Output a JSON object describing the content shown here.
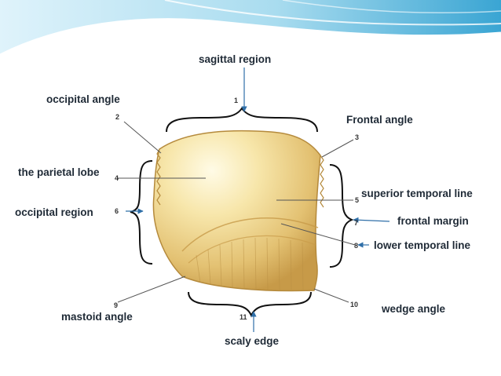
{
  "colors": {
    "header_light": "#dff3fb",
    "header_mid": "#8fd0ea",
    "header_dark": "#3aa5d3",
    "bone_light": "#fffbe6",
    "bone_mid": "#f0d98e",
    "bone_dark": "#c79a48",
    "arrow": "#2f6fa8",
    "leader": "#555555",
    "label_text": "#1f2a36"
  },
  "labels": {
    "sagittal_region": "sagittal region",
    "occipital_angle": "occipital angle",
    "frontal_angle": "Frontal angle",
    "parietal_lobe": "the parietal lobe",
    "superior_temporal_line": "superior temporal line",
    "occipital_region": "occipital region",
    "frontal_margin": "frontal margin",
    "lower_temporal_line": "lower temporal line",
    "wedge_angle": "wedge angle",
    "mastoid_angle": "mastoid angle",
    "scaly_edge": "scaly edge"
  },
  "numbers": {
    "n1": "1",
    "n2": "2",
    "n3": "3",
    "n4": "4",
    "n5": "5",
    "n6": "6",
    "n7": "7",
    "n8": "8",
    "n9": "9",
    "n10": "10",
    "n11": "11"
  }
}
